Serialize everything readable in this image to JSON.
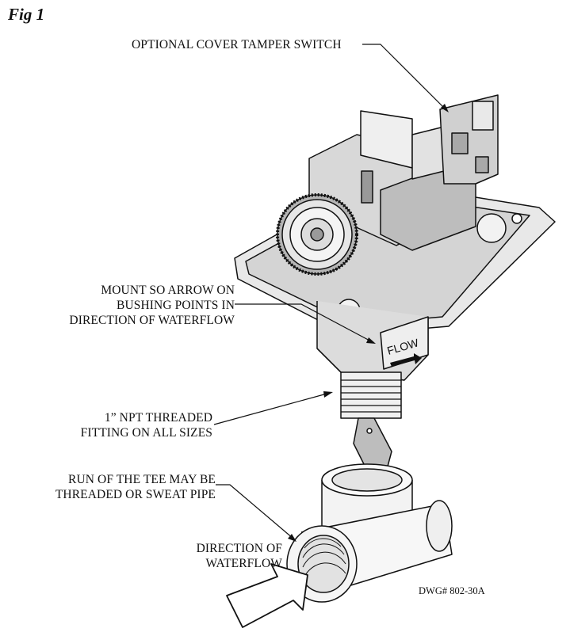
{
  "figure": {
    "title": "Fig 1"
  },
  "labels": {
    "tamper_switch": "OPTIONAL COVER TAMPER SWITCH",
    "mount_line1": "MOUNT SO ARROW ON",
    "mount_line2": "BUSHING POINTS IN",
    "mount_line3": "DIRECTION OF WATERFLOW",
    "npt_line1": "1” NPT THREADED",
    "npt_line2": "FITTING ON ALL SIZES",
    "tee_line1": "RUN OF THE TEE MAY BE",
    "tee_line2": "THREADED OR SWEAT PIPE",
    "dir_line1": "DIRECTION OF",
    "dir_line2": "WATERFLOW"
  },
  "device_markings": {
    "flow_text": "FLOW"
  },
  "drawing_number": "DWG# 802-30A"
}
